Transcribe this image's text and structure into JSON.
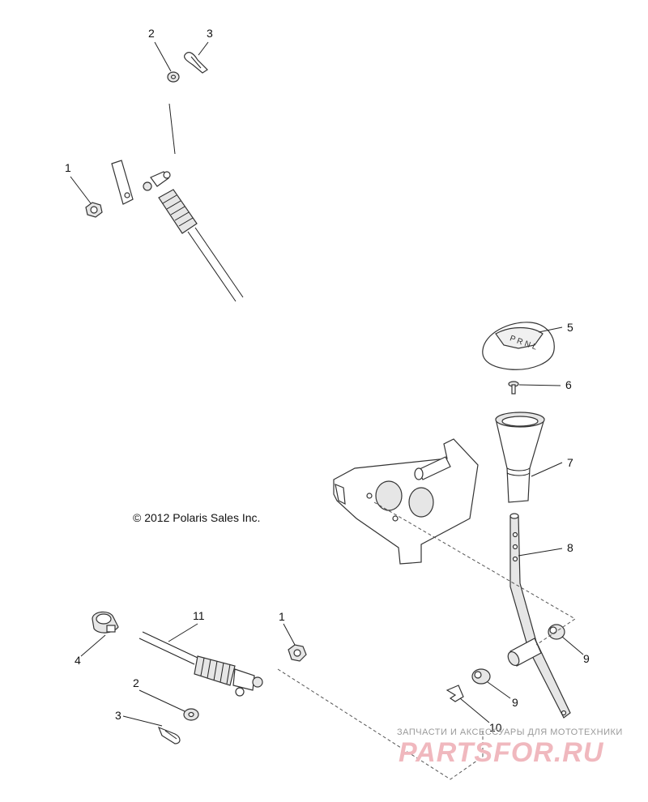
{
  "copyright": "© 2012 Polaris Sales Inc.",
  "watermark": {
    "tagline": "ЗАПЧАСТИ И АКСЕССУАРЫ ДЛЯ МОТОТЕХНИКИ",
    "brand": "PARTSFOR.RU"
  },
  "callouts": {
    "c1_top": "1",
    "c2_top": "2",
    "c3_top": "3",
    "c5": "5",
    "c6": "6",
    "c7": "7",
    "c8": "8",
    "c1_bottom": "1",
    "c11": "11",
    "c4": "4",
    "c2_bottom": "2",
    "c3_bottom": "3",
    "c9_a": "9",
    "c9_b": "9",
    "c10": "10"
  }
}
